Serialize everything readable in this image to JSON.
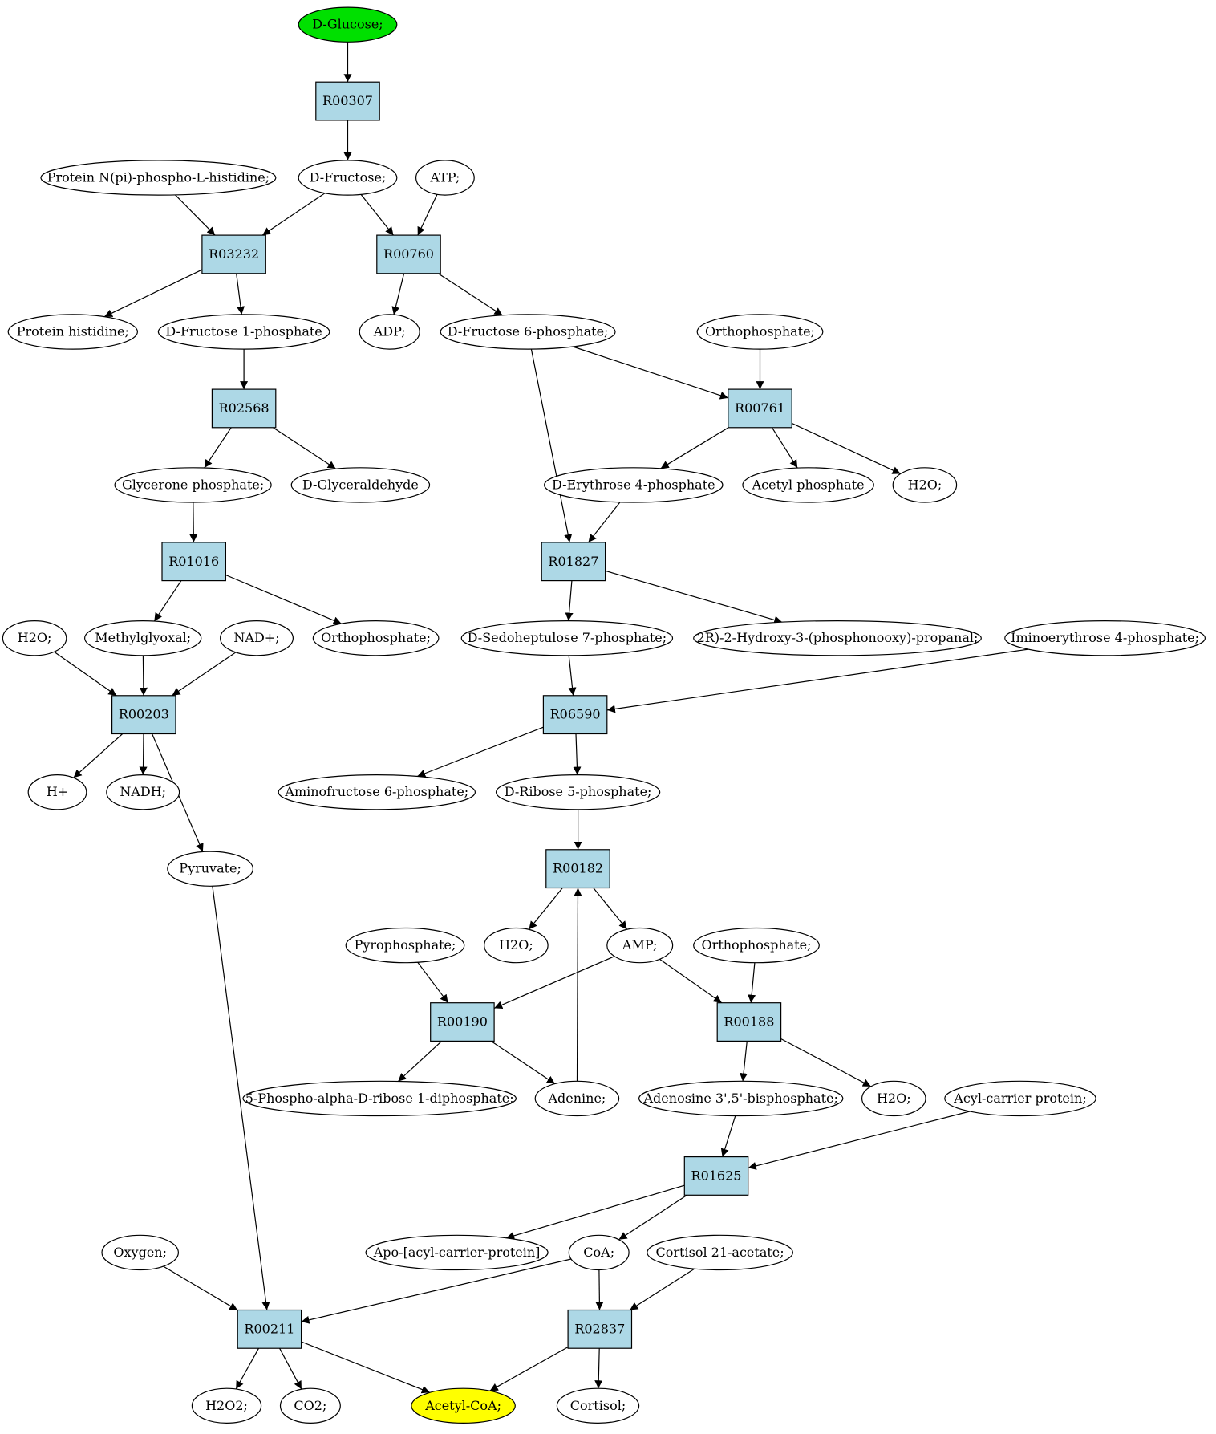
{
  "colors": {
    "start_node": "#00e000",
    "end_node": "#ffff00",
    "reaction_node": "#add8e6",
    "compound_node": "#ffffff"
  },
  "compounds": [
    {
      "id": "c_glucose",
      "label": "D-Glucose;",
      "fill": "start"
    },
    {
      "id": "c_prot_np",
      "label": "Protein N(pi)-phospho-L-histidine;"
    },
    {
      "id": "c_fructose",
      "label": "D-Fructose;"
    },
    {
      "id": "c_atp",
      "label": "ATP;"
    },
    {
      "id": "c_prot_his",
      "label": "Protein histidine;"
    },
    {
      "id": "c_f1p",
      "label": "D-Fructose 1-phosphate"
    },
    {
      "id": "c_adp",
      "label": "ADP;"
    },
    {
      "id": "c_f6p",
      "label": "D-Fructose 6-phosphate;"
    },
    {
      "id": "c_ortho1",
      "label": "Orthophosphate;"
    },
    {
      "id": "c_glyceronep",
      "label": "Glycerone phosphate;"
    },
    {
      "id": "c_glyceraldehyde",
      "label": "D-Glyceraldehyde"
    },
    {
      "id": "c_e4p",
      "label": "D-Erythrose 4-phosphate"
    },
    {
      "id": "c_acetylp",
      "label": "Acetyl phosphate"
    },
    {
      "id": "c_h2o_a",
      "label": "H2O;"
    },
    {
      "id": "c_h2o_b",
      "label": "H2O;"
    },
    {
      "id": "c_methylglyoxal",
      "label": "Methylglyoxal;"
    },
    {
      "id": "c_nad",
      "label": "NAD+;"
    },
    {
      "id": "c_ortho2",
      "label": "Orthophosphate;"
    },
    {
      "id": "c_s7p",
      "label": "D-Sedoheptulose 7-phosphate;"
    },
    {
      "id": "c_hydroxy",
      "label": "2R)-2-Hydroxy-3-(phosphonooxy)-propanal;"
    },
    {
      "id": "c_imino",
      "label": "Iminoerythrose 4-phosphate;"
    },
    {
      "id": "c_hplus",
      "label": "H+"
    },
    {
      "id": "c_nadh",
      "label": "NADH;"
    },
    {
      "id": "c_aminof6p",
      "label": "Aminofructose 6-phosphate;"
    },
    {
      "id": "c_r5p",
      "label": "D-Ribose 5-phosphate;"
    },
    {
      "id": "c_pyruvate",
      "label": "Pyruvate;"
    },
    {
      "id": "c_pyrophos",
      "label": "Pyrophosphate;"
    },
    {
      "id": "c_h2o_c",
      "label": "H2O;"
    },
    {
      "id": "c_amp",
      "label": "AMP;"
    },
    {
      "id": "c_ortho3",
      "label": "Orthophosphate;"
    },
    {
      "id": "c_prpp",
      "label": "5-Phospho-alpha-D-ribose 1-diphosphate;"
    },
    {
      "id": "c_adenine",
      "label": "Adenine;"
    },
    {
      "id": "c_pap",
      "label": "Adenosine 3',5'-bisphosphate;"
    },
    {
      "id": "c_h2o_d",
      "label": "H2O;"
    },
    {
      "id": "c_acp",
      "label": "Acyl-carrier protein;"
    },
    {
      "id": "c_oxygen",
      "label": "Oxygen;"
    },
    {
      "id": "c_apoacp",
      "label": "Apo-[acyl-carrier-protein]"
    },
    {
      "id": "c_coa",
      "label": "CoA;"
    },
    {
      "id": "c_cortacet",
      "label": "Cortisol 21-acetate;"
    },
    {
      "id": "c_h2o2",
      "label": "H2O2;"
    },
    {
      "id": "c_co2",
      "label": "CO2;"
    },
    {
      "id": "c_acetylcoa",
      "label": "Acetyl-CoA;",
      "fill": "end"
    },
    {
      "id": "c_cortisol",
      "label": "Cortisol;"
    }
  ],
  "reactions": [
    {
      "id": "r00307",
      "label": "R00307"
    },
    {
      "id": "r03232",
      "label": "R03232"
    },
    {
      "id": "r00760",
      "label": "R00760"
    },
    {
      "id": "r02568",
      "label": "R02568"
    },
    {
      "id": "r00761",
      "label": "R00761"
    },
    {
      "id": "r01016",
      "label": "R01016"
    },
    {
      "id": "r01827",
      "label": "R01827"
    },
    {
      "id": "r00203",
      "label": "R00203"
    },
    {
      "id": "r06590",
      "label": "R06590"
    },
    {
      "id": "r00182",
      "label": "R00182"
    },
    {
      "id": "r00190",
      "label": "R00190"
    },
    {
      "id": "r00188",
      "label": "R00188"
    },
    {
      "id": "r01625",
      "label": "R01625"
    },
    {
      "id": "r00211",
      "label": "R00211"
    },
    {
      "id": "r02837",
      "label": "R02837"
    }
  ],
  "edges": [
    [
      "c_glucose",
      "r00307"
    ],
    [
      "r00307",
      "c_fructose"
    ],
    [
      "c_prot_np",
      "r03232"
    ],
    [
      "c_fructose",
      "r03232"
    ],
    [
      "c_fructose",
      "r00760"
    ],
    [
      "c_atp",
      "r00760"
    ],
    [
      "r03232",
      "c_prot_his"
    ],
    [
      "r03232",
      "c_f1p"
    ],
    [
      "r00760",
      "c_adp"
    ],
    [
      "r00760",
      "c_f6p"
    ],
    [
      "c_f1p",
      "r02568"
    ],
    [
      "c_f6p",
      "r00761"
    ],
    [
      "c_ortho1",
      "r00761"
    ],
    [
      "c_f6p",
      "r01827"
    ],
    [
      "r02568",
      "c_glyceronep"
    ],
    [
      "r02568",
      "c_glyceraldehyde"
    ],
    [
      "r00761",
      "c_e4p"
    ],
    [
      "r00761",
      "c_acetylp"
    ],
    [
      "r00761",
      "c_h2o_a"
    ],
    [
      "c_glyceronep",
      "r01016"
    ],
    [
      "c_e4p",
      "r01827"
    ],
    [
      "r01016",
      "c_methylglyoxal"
    ],
    [
      "r01016",
      "c_ortho2"
    ],
    [
      "r01827",
      "c_s7p"
    ],
    [
      "r01827",
      "c_hydroxy"
    ],
    [
      "c_h2o_b",
      "r00203"
    ],
    [
      "c_methylglyoxal",
      "r00203"
    ],
    [
      "c_nad",
      "r00203"
    ],
    [
      "c_s7p",
      "r06590"
    ],
    [
      "c_imino",
      "r06590"
    ],
    [
      "r00203",
      "c_hplus"
    ],
    [
      "r00203",
      "c_nadh"
    ],
    [
      "r00203",
      "c_pyruvate"
    ],
    [
      "r06590",
      "c_aminof6p"
    ],
    [
      "r06590",
      "c_r5p"
    ],
    [
      "c_r5p",
      "r00182"
    ],
    [
      "r00182",
      "c_h2o_c"
    ],
    [
      "r00182",
      "c_amp"
    ],
    [
      "c_adenine",
      "r00182"
    ],
    [
      "c_pyrophos",
      "r00190"
    ],
    [
      "c_amp",
      "r00190"
    ],
    [
      "c_amp",
      "r00188"
    ],
    [
      "c_ortho3",
      "r00188"
    ],
    [
      "r00190",
      "c_prpp"
    ],
    [
      "r00190",
      "c_adenine"
    ],
    [
      "r00188",
      "c_pap"
    ],
    [
      "r00188",
      "c_h2o_d"
    ],
    [
      "c_pap",
      "r01625"
    ],
    [
      "c_acp",
      "r01625"
    ],
    [
      "r01625",
      "c_apoacp"
    ],
    [
      "r01625",
      "c_coa"
    ],
    [
      "c_pyruvate",
      "r00211"
    ],
    [
      "c_oxygen",
      "r00211"
    ],
    [
      "c_coa",
      "r00211"
    ],
    [
      "c_coa",
      "r02837"
    ],
    [
      "c_cortacet",
      "r02837"
    ],
    [
      "r00211",
      "c_h2o2"
    ],
    [
      "r00211",
      "c_co2"
    ],
    [
      "r00211",
      "c_acetylcoa"
    ],
    [
      "r02837",
      "c_acetylcoa"
    ],
    [
      "r02837",
      "c_cortisol"
    ]
  ]
}
